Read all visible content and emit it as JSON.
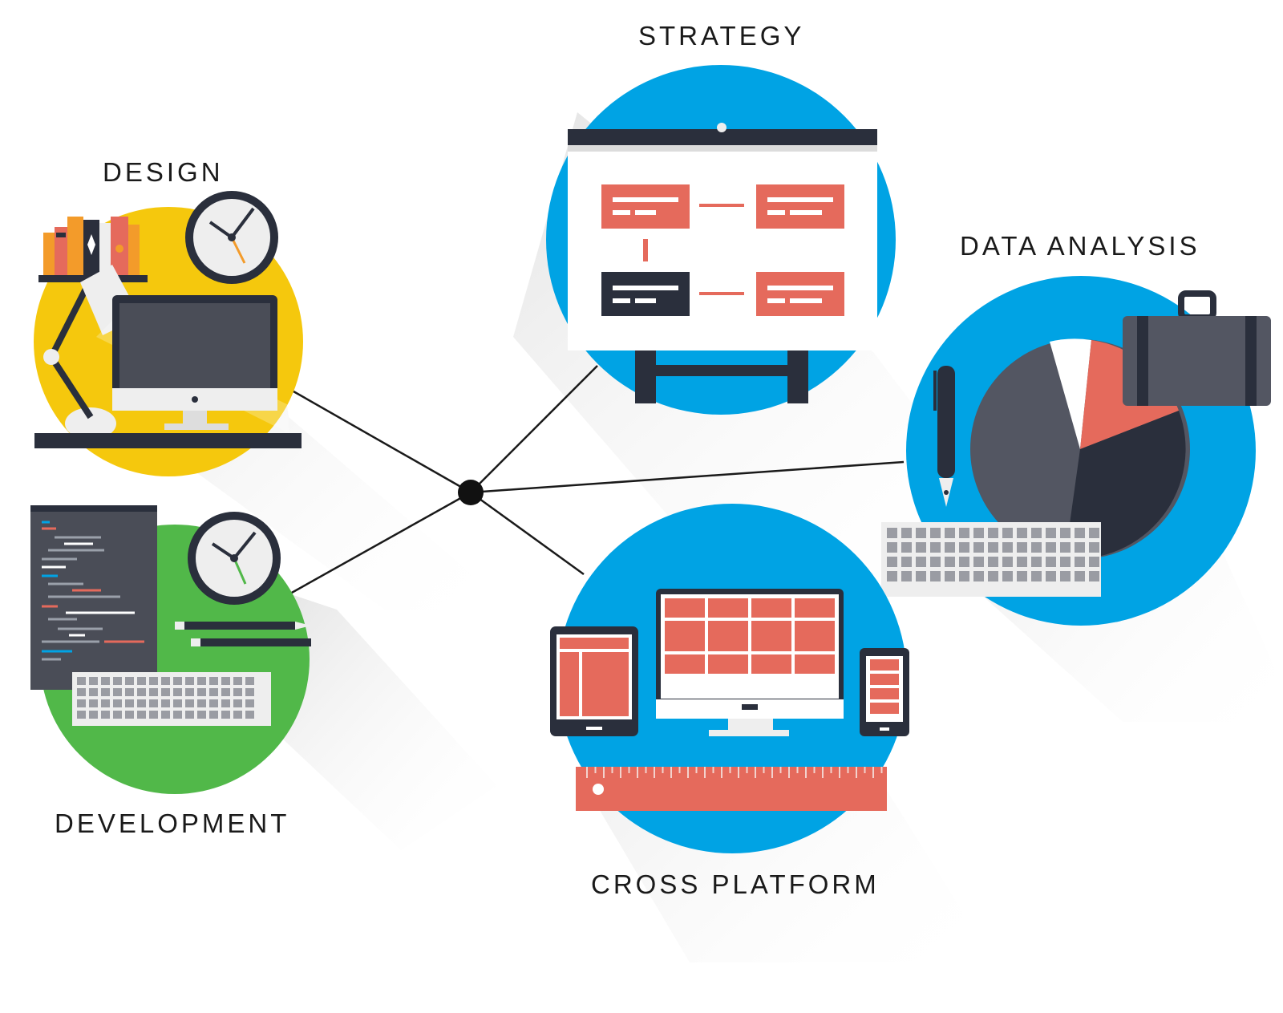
{
  "nodes": {
    "strategy": {
      "label": "STRATEGY"
    },
    "design": {
      "label": "DESIGN"
    },
    "data_analysis": {
      "label": "DATA ANALYSIS"
    },
    "development": {
      "label": "DEVELOPMENT"
    },
    "cross_platform": {
      "label": "CROSS PLATFORM"
    }
  },
  "colors": {
    "blue": "#00a3e4",
    "yellow": "#f5c80d",
    "green": "#51b849",
    "coral": "#e56a5c",
    "dark": "#2a2f3c",
    "gray": "#535662",
    "light": "#eeeeee",
    "orange": "#f39b2a"
  }
}
